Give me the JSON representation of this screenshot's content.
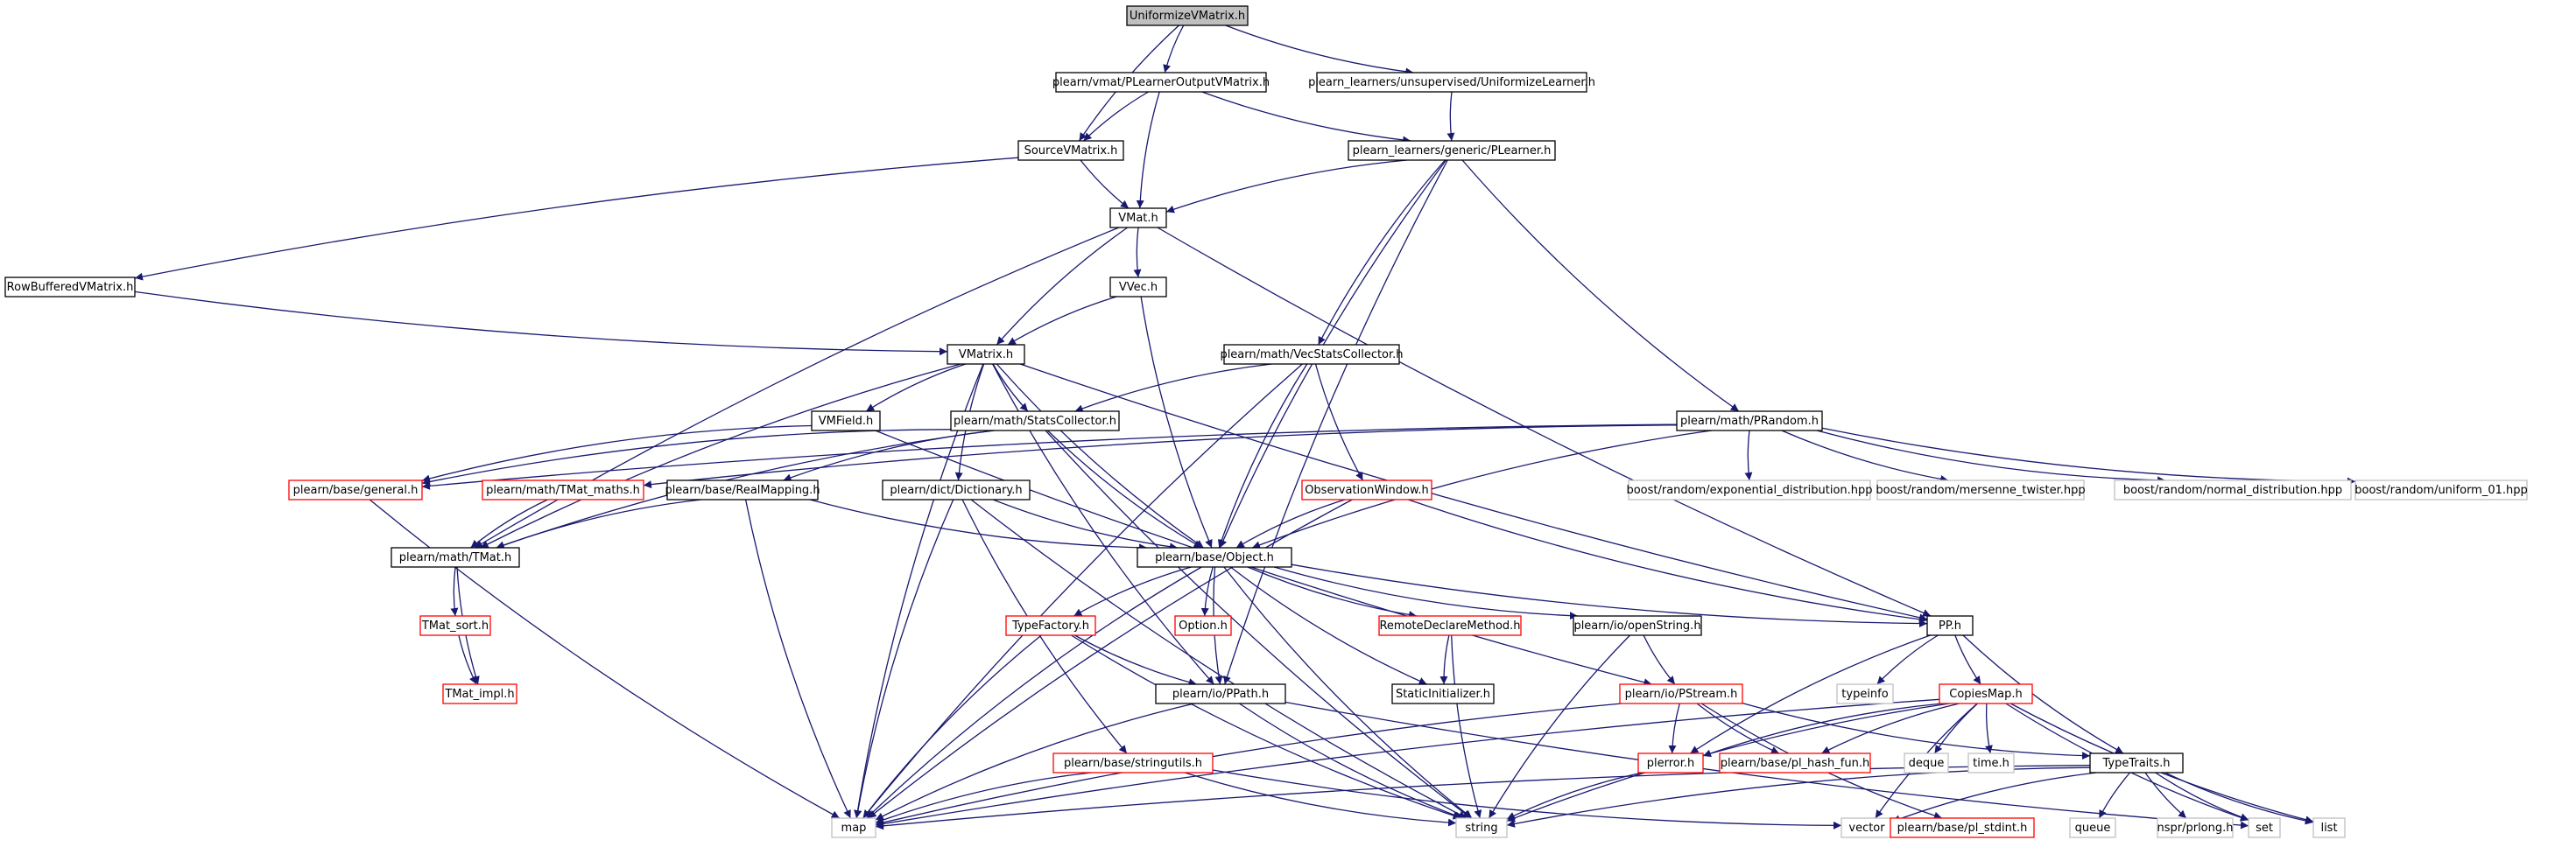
{
  "colors": {
    "edge": "#191970",
    "root_fill": "#bfbfbf",
    "documented_border": "#000000",
    "undocumented_border": "#ff0000",
    "system_border": "#bfbfbf",
    "system_text": "#555555"
  },
  "nodes": {
    "uniformizevmatrix": {
      "label": "UniformizeVMatrix.h",
      "kind": "root"
    },
    "plearneroutputvmatrix": {
      "label": "plearn/vmat/PLearnerOutputVMatrix.h",
      "kind": "doc"
    },
    "uniformizelearner": {
      "label": "plearn_learners/unsupervised/UniformizeLearner.h",
      "kind": "doc"
    },
    "sourcevmatrix": {
      "label": "SourceVMatrix.h",
      "kind": "doc"
    },
    "plearner": {
      "label": "plearn_learners/generic/PLearner.h",
      "kind": "doc"
    },
    "vmat": {
      "label": "VMat.h",
      "kind": "doc"
    },
    "rowbuffered": {
      "label": "RowBufferedVMatrix.h",
      "kind": "doc"
    },
    "vvec": {
      "label": "VVec.h",
      "kind": "doc"
    },
    "vmatrix": {
      "label": "VMatrix.h",
      "kind": "doc"
    },
    "vecstats": {
      "label": "plearn/math/VecStatsCollector.h",
      "kind": "doc"
    },
    "vmfield": {
      "label": "VMField.h",
      "kind": "doc"
    },
    "statscollector": {
      "label": "plearn/math/StatsCollector.h",
      "kind": "doc"
    },
    "prandom": {
      "label": "plearn/math/PRandom.h",
      "kind": "doc"
    },
    "general": {
      "label": "plearn/base/general.h",
      "kind": "red"
    },
    "tmatmaths": {
      "label": "plearn/math/TMat_maths.h",
      "kind": "red"
    },
    "realmapping": {
      "label": "plearn/base/RealMapping.h",
      "kind": "doc"
    },
    "dictionary": {
      "label": "plearn/dict/Dictionary.h",
      "kind": "doc"
    },
    "observationwindow": {
      "label": "ObservationWindow.h",
      "kind": "red"
    },
    "exp_dist": {
      "label": "boost/random/exponential_distribution.hpp",
      "kind": "sys"
    },
    "mersenne": {
      "label": "boost/random/mersenne_twister.hpp",
      "kind": "sys"
    },
    "normal_dist": {
      "label": "boost/random/normal_distribution.hpp",
      "kind": "sys"
    },
    "uniform01": {
      "label": "boost/random/uniform_01.hpp",
      "kind": "sys"
    },
    "tmat": {
      "label": "plearn/math/TMat.h",
      "kind": "doc"
    },
    "object": {
      "label": "plearn/base/Object.h",
      "kind": "doc"
    },
    "tmatsort": {
      "label": "TMat_sort.h",
      "kind": "red"
    },
    "typefactory": {
      "label": "TypeFactory.h",
      "kind": "red"
    },
    "option": {
      "label": "Option.h",
      "kind": "red"
    },
    "remotedeclare": {
      "label": "RemoteDeclareMethod.h",
      "kind": "red"
    },
    "openstring": {
      "label": "plearn/io/openString.h",
      "kind": "doc"
    },
    "pp": {
      "label": "PP.h",
      "kind": "doc"
    },
    "tmatimpl": {
      "label": "TMat_impl.h",
      "kind": "red"
    },
    "ppath": {
      "label": "plearn/io/PPath.h",
      "kind": "doc"
    },
    "staticinit": {
      "label": "StaticInitializer.h",
      "kind": "doc"
    },
    "pstream": {
      "label": "plearn/io/PStream.h",
      "kind": "red"
    },
    "typeinfo": {
      "label": "typeinfo",
      "kind": "sys"
    },
    "copiesmap": {
      "label": "CopiesMap.h",
      "kind": "red"
    },
    "stringutils": {
      "label": "plearn/base/stringutils.h",
      "kind": "red"
    },
    "plerror": {
      "label": "plerror.h",
      "kind": "red"
    },
    "plhash": {
      "label": "plearn/base/pl_hash_fun.h",
      "kind": "red"
    },
    "deque": {
      "label": "deque",
      "kind": "sys"
    },
    "timeh": {
      "label": "time.h",
      "kind": "sys"
    },
    "typetraits": {
      "label": "TypeTraits.h",
      "kind": "doc"
    },
    "map": {
      "label": "map",
      "kind": "sys"
    },
    "string": {
      "label": "string",
      "kind": "sys"
    },
    "vector": {
      "label": "vector",
      "kind": "sys"
    },
    "plstdint": {
      "label": "plearn/base/pl_stdint.h",
      "kind": "red"
    },
    "queue": {
      "label": "queue",
      "kind": "sys"
    },
    "nsprlong": {
      "label": "nspr/prlong.h",
      "kind": "sys"
    },
    "set": {
      "label": "set",
      "kind": "sys"
    },
    "list": {
      "label": "list",
      "kind": "sys"
    }
  },
  "edges": [
    [
      "uniformizevmatrix",
      "plearneroutputvmatrix"
    ],
    [
      "uniformizevmatrix",
      "uniformizelearner"
    ],
    [
      "uniformizevmatrix",
      "sourcevmatrix"
    ],
    [
      "plearneroutputvmatrix",
      "sourcevmatrix"
    ],
    [
      "plearneroutputvmatrix",
      "vmat"
    ],
    [
      "plearneroutputvmatrix",
      "plearner"
    ],
    [
      "uniformizelearner",
      "plearner"
    ],
    [
      "sourcevmatrix",
      "vmat"
    ],
    [
      "sourcevmatrix",
      "rowbuffered"
    ],
    [
      "plearner",
      "vmat"
    ],
    [
      "plearner",
      "vecstats"
    ],
    [
      "plearner",
      "prandom"
    ],
    [
      "plearner",
      "object"
    ],
    [
      "plearner",
      "ppath"
    ],
    [
      "vmat",
      "vvec"
    ],
    [
      "vmat",
      "vmatrix"
    ],
    [
      "vmat",
      "tmat"
    ],
    [
      "vmat",
      "pp"
    ],
    [
      "rowbuffered",
      "vmatrix"
    ],
    [
      "vvec",
      "vmatrix"
    ],
    [
      "vvec",
      "object"
    ],
    [
      "vmatrix",
      "vmfield"
    ],
    [
      "vmatrix",
      "statscollector"
    ],
    [
      "vmatrix",
      "dictionary"
    ],
    [
      "vmatrix",
      "object"
    ],
    [
      "vmatrix",
      "tmat"
    ],
    [
      "vmatrix",
      "ppath"
    ],
    [
      "vmatrix",
      "pp"
    ],
    [
      "vmatrix",
      "map"
    ],
    [
      "vecstats",
      "statscollector"
    ],
    [
      "vecstats",
      "observationwindow"
    ],
    [
      "vecstats",
      "object"
    ],
    [
      "vecstats",
      "map"
    ],
    [
      "vmfield",
      "general"
    ],
    [
      "vmfield",
      "pstream"
    ],
    [
      "statscollector",
      "general"
    ],
    [
      "statscollector",
      "realmapping"
    ],
    [
      "statscollector",
      "tmat"
    ],
    [
      "statscollector",
      "object"
    ],
    [
      "statscollector",
      "string"
    ],
    [
      "prandom",
      "exp_dist"
    ],
    [
      "prandom",
      "mersenne"
    ],
    [
      "prandom",
      "normal_dist"
    ],
    [
      "prandom",
      "uniform01"
    ],
    [
      "prandom",
      "tmatmaths"
    ],
    [
      "prandom",
      "general"
    ],
    [
      "prandom",
      "object"
    ],
    [
      "general",
      "map"
    ],
    [
      "tmatmaths",
      "tmat"
    ],
    [
      "realmapping",
      "tmat"
    ],
    [
      "realmapping",
      "object"
    ],
    [
      "realmapping",
      "map"
    ],
    [
      "dictionary",
      "object"
    ],
    [
      "dictionary",
      "stringutils"
    ],
    [
      "dictionary",
      "map"
    ],
    [
      "dictionary",
      "string"
    ],
    [
      "observationwindow",
      "object"
    ],
    [
      "observationwindow",
      "map"
    ],
    [
      "observationwindow",
      "pp"
    ],
    [
      "tmat",
      "tmatsort"
    ],
    [
      "tmat",
      "tmatimpl"
    ],
    [
      "tmatsort",
      "tmatimpl"
    ],
    [
      "object",
      "typefactory"
    ],
    [
      "object",
      "option"
    ],
    [
      "object",
      "remotedeclare"
    ],
    [
      "object",
      "openstring"
    ],
    [
      "object",
      "staticinit"
    ],
    [
      "object",
      "ppath"
    ],
    [
      "object",
      "pp"
    ],
    [
      "object",
      "map"
    ],
    [
      "object",
      "string"
    ],
    [
      "typefactory",
      "ppath"
    ],
    [
      "typefactory",
      "map"
    ],
    [
      "typefactory",
      "string"
    ],
    [
      "remotedeclare",
      "staticinit"
    ],
    [
      "remotedeclare",
      "string"
    ],
    [
      "openstring",
      "pstream"
    ],
    [
      "openstring",
      "string"
    ],
    [
      "ppath",
      "map"
    ],
    [
      "ppath",
      "string"
    ],
    [
      "ppath",
      "set"
    ],
    [
      "pp",
      "typeinfo"
    ],
    [
      "pp",
      "copiesmap"
    ],
    [
      "pp",
      "typetraits"
    ],
    [
      "pp",
      "plerror"
    ],
    [
      "pstream",
      "plerror"
    ],
    [
      "pstream",
      "plhash"
    ],
    [
      "pstream",
      "map"
    ],
    [
      "pstream",
      "plstdint"
    ],
    [
      "pstream",
      "typetraits"
    ],
    [
      "copiesmap",
      "plerror"
    ],
    [
      "copiesmap",
      "plhash"
    ],
    [
      "copiesmap",
      "deque"
    ],
    [
      "copiesmap",
      "timeh"
    ],
    [
      "copiesmap",
      "map"
    ],
    [
      "copiesmap",
      "string"
    ],
    [
      "copiesmap",
      "vector"
    ],
    [
      "copiesmap",
      "set"
    ],
    [
      "copiesmap",
      "list"
    ],
    [
      "stringutils",
      "map"
    ],
    [
      "stringutils",
      "string"
    ],
    [
      "stringutils",
      "vector"
    ],
    [
      "plerror",
      "string"
    ],
    [
      "typetraits",
      "map"
    ],
    [
      "typetraits",
      "string"
    ],
    [
      "typetraits",
      "vector"
    ],
    [
      "typetraits",
      "queue"
    ],
    [
      "typetraits",
      "nsprlong"
    ],
    [
      "typetraits",
      "set"
    ],
    [
      "typetraits",
      "list"
    ]
  ]
}
